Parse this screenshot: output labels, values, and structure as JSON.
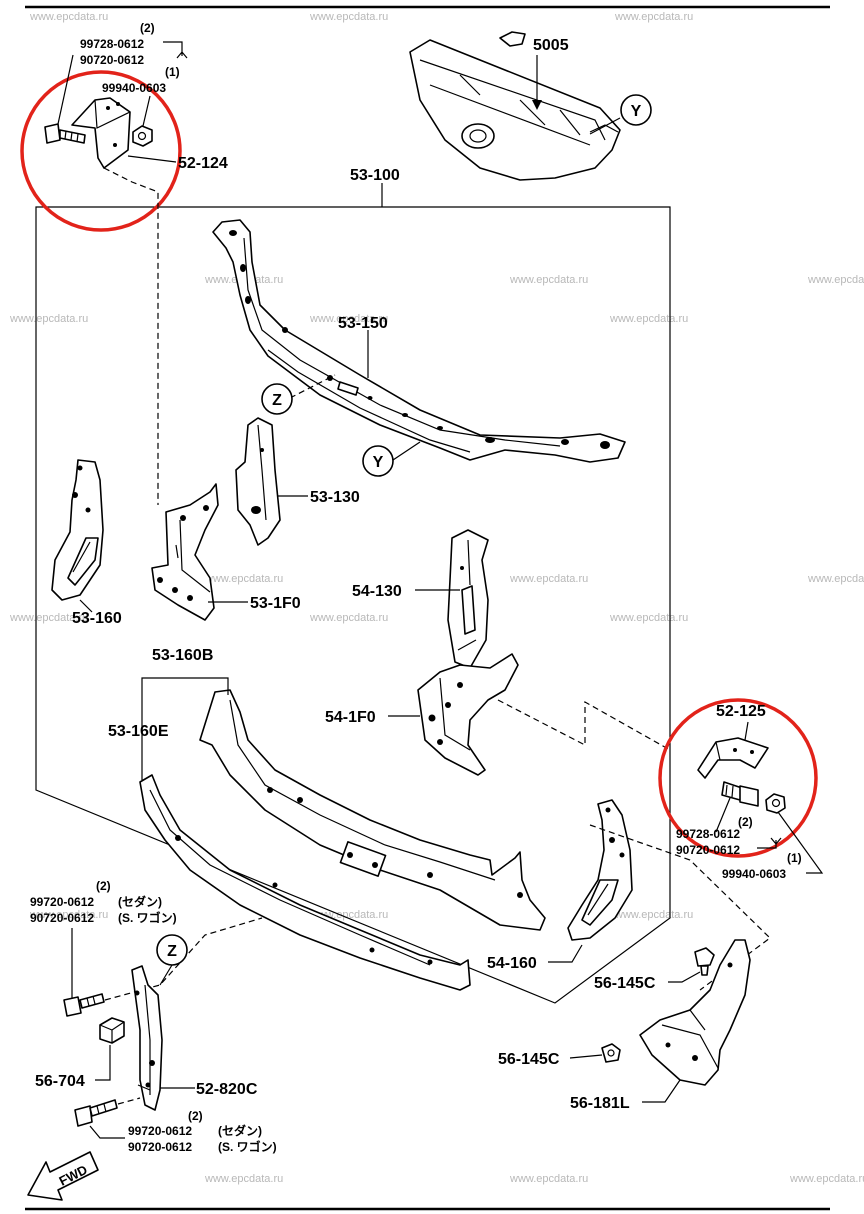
{
  "watermark": "www.epcdata.ru",
  "callouts": {
    "y": "Y",
    "z": "Z"
  },
  "labels": {
    "p5005": "5005",
    "p53_100": "53-100",
    "p53_150": "53-150",
    "p53_130": "53-130",
    "p53_1F0": "53-1F0",
    "p53_160": "53-160",
    "p53_160B": "53-160B",
    "p53_160E": "53-160E",
    "p54_130": "54-130",
    "p54_1F0": "54-1F0",
    "p54_160": "54-160",
    "p52_124": "52-124",
    "p52_125": "52-125",
    "p52_820C": "52-820C",
    "p56_704": "56-704",
    "p56_145C_a": "56-145C",
    "p56_145C_b": "56-145C",
    "p56_181L": "56-181L"
  },
  "fasteners": {
    "tl_qty2": "(2)",
    "tl_bolt": "99728-0612",
    "tl_bolt_alt": "90720-0612",
    "tl_qty1": "(1)",
    "tl_nut": "99940-0603",
    "r_qty2": "(2)",
    "r_bolt": "99728-0612",
    "r_bolt_alt": "90720-0612",
    "r_qty1": "(1)",
    "r_nut": "99940-0603",
    "bl1_qty": "(2)",
    "bl1_a": "99720-0612",
    "bl1_a_note": "(セダン)",
    "bl1_b": "90720-0612",
    "bl1_b_note": "(S. ワゴン)",
    "bl2_qty": "(2)",
    "bl2_a": "99720-0612",
    "bl2_a_note": "(セダン)",
    "bl2_b": "90720-0612",
    "bl2_b_note": "(S. ワゴン)"
  },
  "fwd": "FWD",
  "highlight_color": "#e2231a"
}
